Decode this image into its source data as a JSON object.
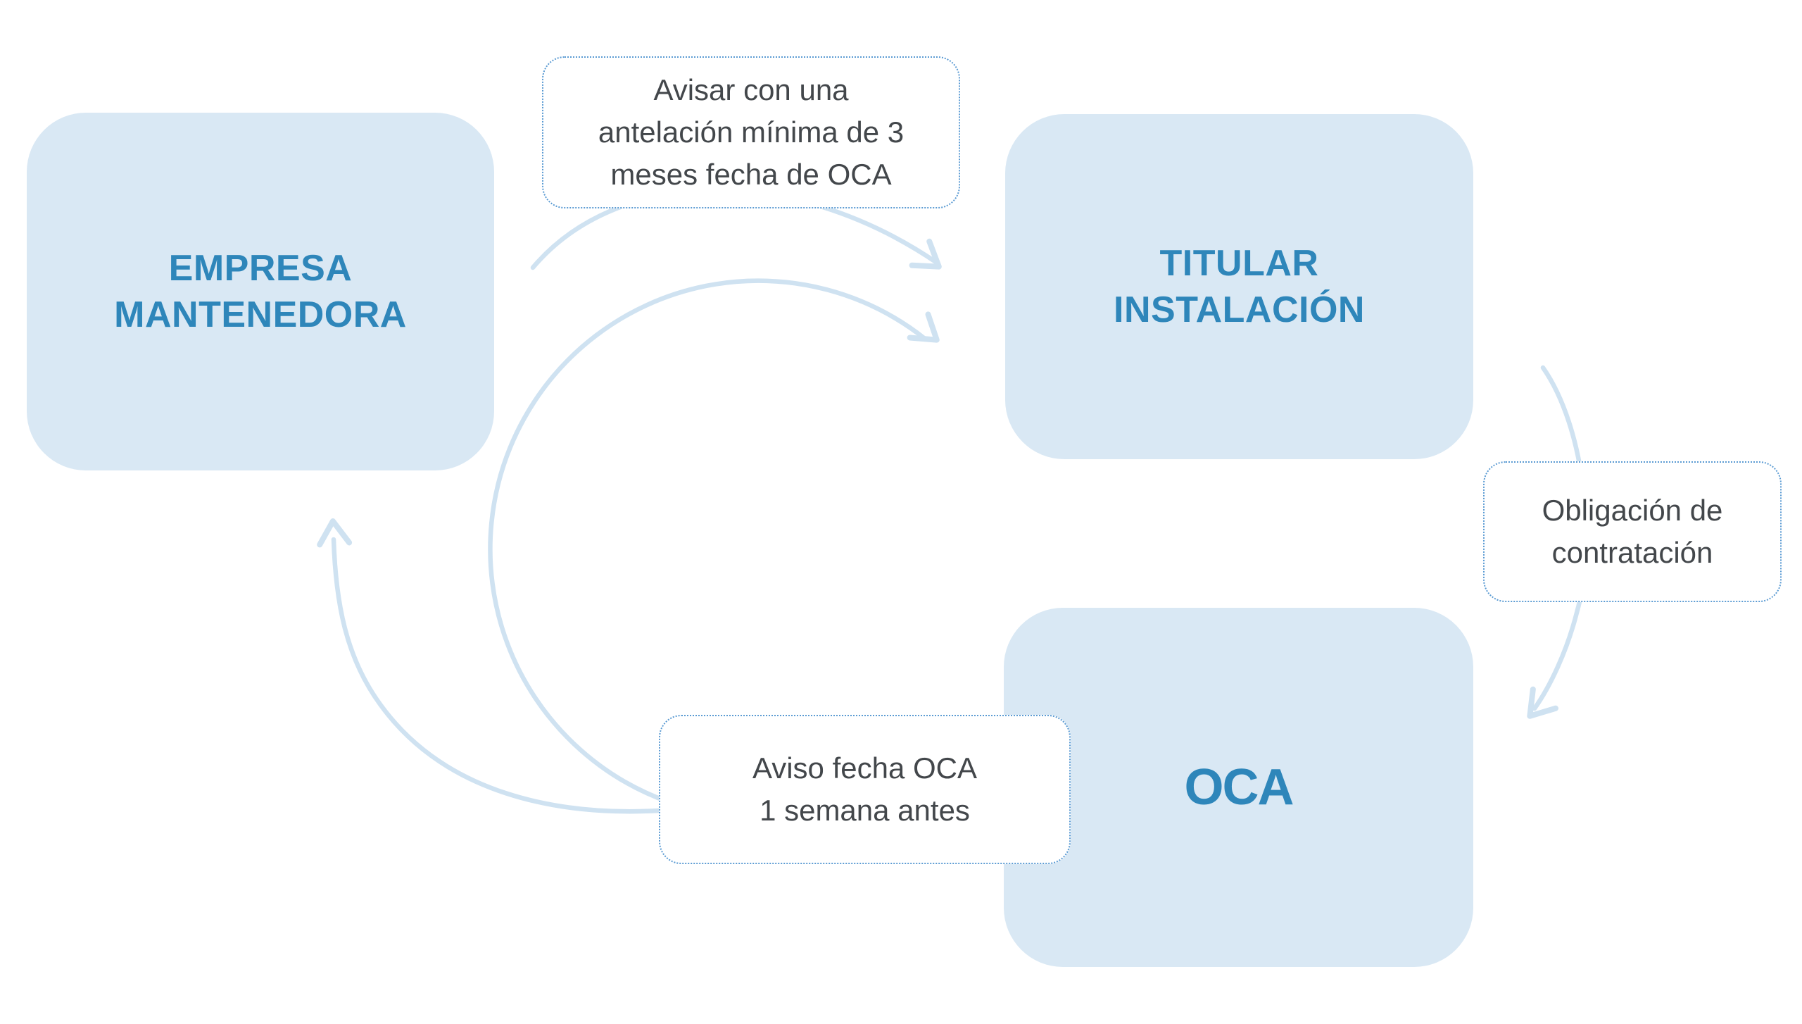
{
  "colors": {
    "background": "#ffffff",
    "node_fill": "#d9e8f4",
    "node_text": "#2e86ba",
    "arrow": "#cfe2f1",
    "annotation_border": "#5b9bd3",
    "annotation_text": "#43474b"
  },
  "nodes": {
    "empresa": {
      "lines": [
        "EMPRESA",
        "MANTENEDORA"
      ]
    },
    "titular": {
      "lines": [
        "TITULAR",
        "INSTALACIÓN"
      ]
    },
    "oca": {
      "lines": [
        "OCA"
      ]
    }
  },
  "annotations": {
    "avisar": {
      "lines": [
        "Avisar con una",
        "antelación mínima de 3",
        "meses fecha de OCA"
      ]
    },
    "obligacion": {
      "lines": [
        "Obligación de",
        "contratación"
      ]
    },
    "aviso": {
      "lines": [
        "Aviso fecha OCA",
        "1 semana antes"
      ]
    }
  },
  "arrows": {
    "empresa_to_titular": {
      "from": "EMPRESA MANTENEDORA",
      "to": "TITULAR INSTALACIÓN",
      "label": "Avisar con una antelación mínima de 3 meses fecha de OCA"
    },
    "cycle_to_titular": {
      "from": "OCA",
      "to": "TITULAR INSTALACIÓN",
      "label": ""
    },
    "titular_to_oca": {
      "from": "TITULAR INSTALACIÓN",
      "to": "OCA",
      "label": "Obligación de contratación"
    },
    "oca_to_empresa": {
      "from": "OCA",
      "to": "EMPRESA MANTENEDORA",
      "label": "Aviso fecha OCA 1 semana antes"
    }
  }
}
